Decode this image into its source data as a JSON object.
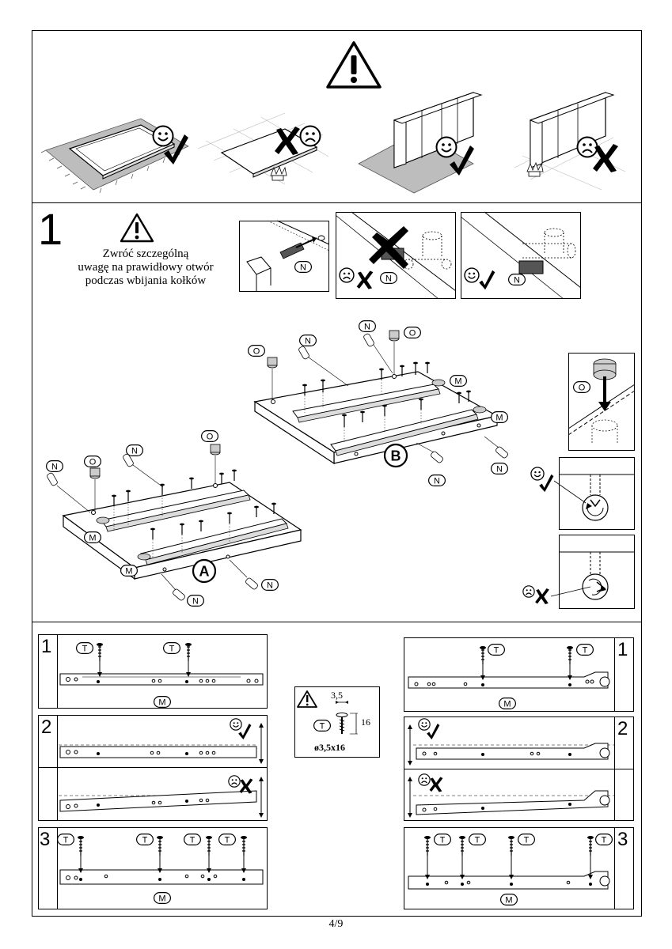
{
  "step": {
    "number": "1"
  },
  "warning_note": {
    "lines": [
      "Zwróć szczególną",
      "uwagę na prawidłowy otwór",
      "podczas wbijania kołków"
    ]
  },
  "part_labels": {
    "N": "N",
    "O": "O",
    "M": "M",
    "T": "T",
    "A": "A",
    "B": "B"
  },
  "screw_spec": {
    "width": "3,5",
    "length": "16",
    "size": "ø3,5x16"
  },
  "substeps": [
    "1",
    "2",
    "3"
  ],
  "page": {
    "number": "4/9"
  }
}
